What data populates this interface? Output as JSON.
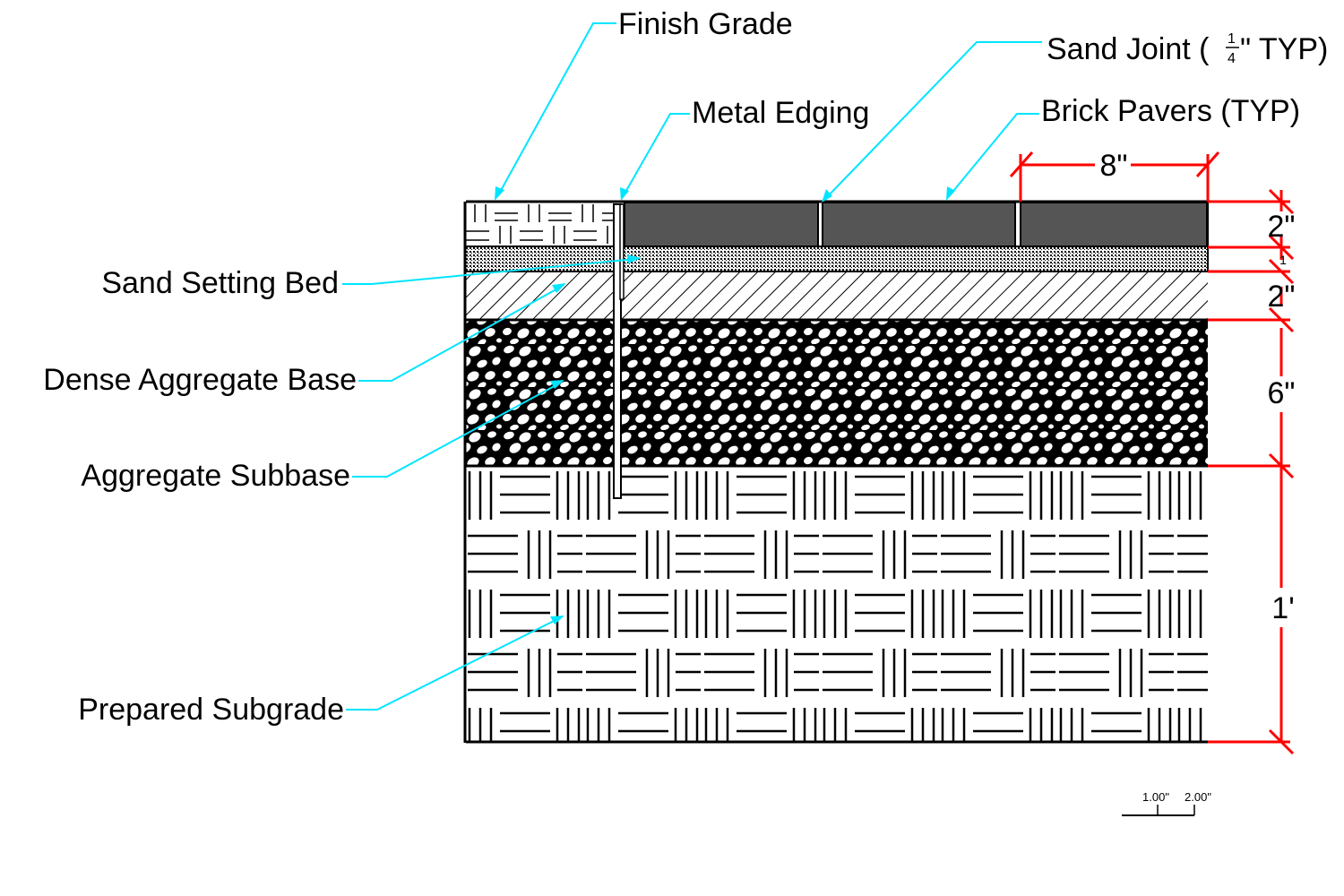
{
  "labels": {
    "finish_grade": "Finish Grade",
    "metal_edging": "Metal Edging",
    "sand_joint_pre": "Sand Joint (",
    "sand_joint_frac_num": "1",
    "sand_joint_frac_den": "4",
    "sand_joint_post": "\" TYP)",
    "brick_pavers": "Brick Pavers (TYP)",
    "sand_setting_bed": "Sand Setting Bed",
    "dense_aggregate_base": "Dense Aggregate Base",
    "aggregate_subbase": "Aggregate Subbase",
    "prepared_subgrade": "Prepared Subgrade"
  },
  "dimensions": {
    "paver_width": "8\"",
    "paver_depth": "2\"",
    "sand_bed": "1",
    "base": "2\"",
    "subbase": "6\"",
    "subgrade": "1'"
  },
  "scale_bar": {
    "label_1": "1.00\"",
    "label_2": "2.00\""
  },
  "colors": {
    "leader": "#00e5ff",
    "dimension": "#ff0000",
    "paver": "#555555",
    "linework": "#000000"
  }
}
